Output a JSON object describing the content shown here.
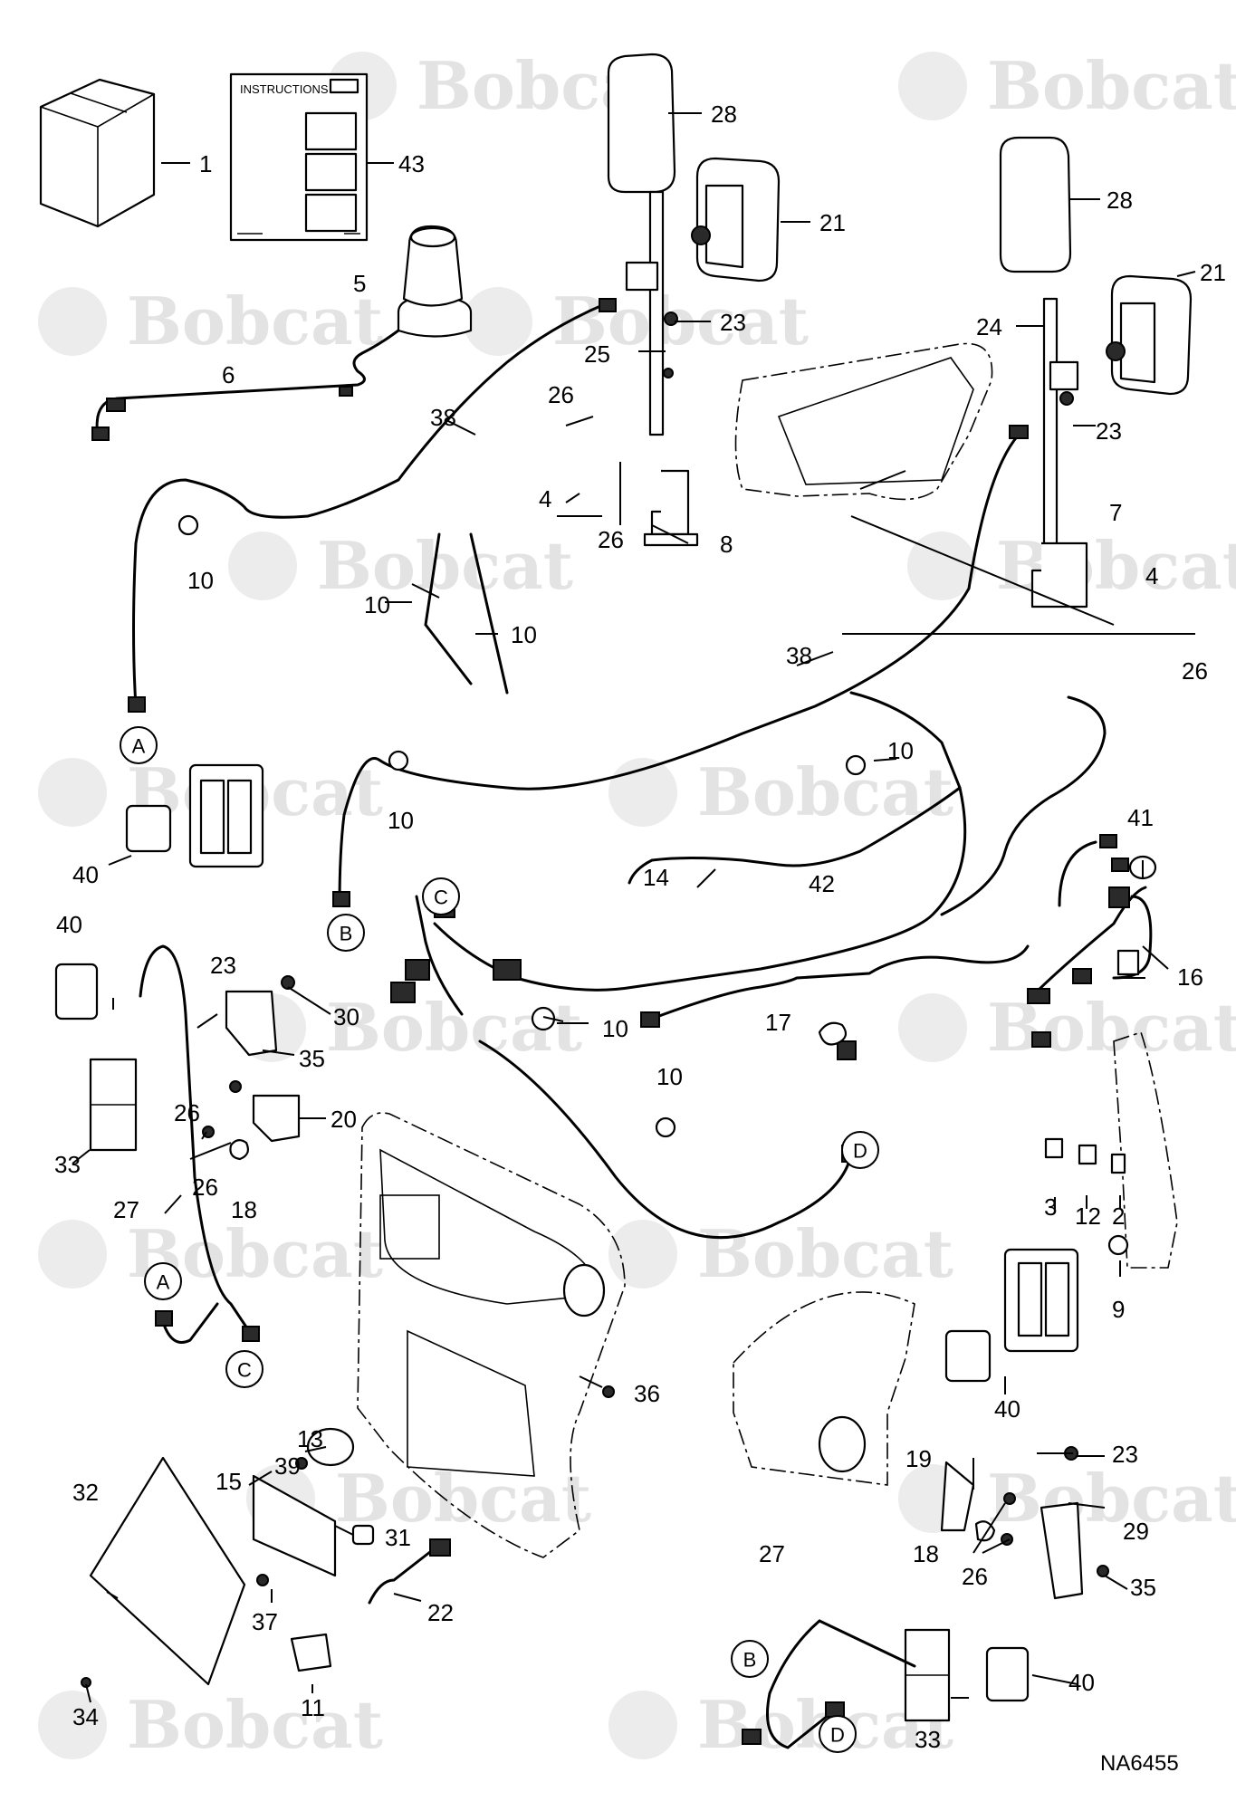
{
  "watermark": "Bobcat",
  "reference_code": "NA6455",
  "instructions_sheet_title": "INSTRUCTIONS",
  "connectors": [
    "A",
    "B",
    "C",
    "D"
  ],
  "callouts": [
    "1",
    "2",
    "3",
    "4",
    "5",
    "6",
    "7",
    "8",
    "9",
    "10",
    "11",
    "12",
    "13",
    "14",
    "15",
    "16",
    "17",
    "18",
    "19",
    "20",
    "21",
    "22",
    "23",
    "24",
    "25",
    "26",
    "27",
    "28",
    "29",
    "30",
    "31",
    "32",
    "33",
    "34",
    "35",
    "36",
    "37",
    "38",
    "39",
    "40",
    "41",
    "42",
    "43"
  ]
}
